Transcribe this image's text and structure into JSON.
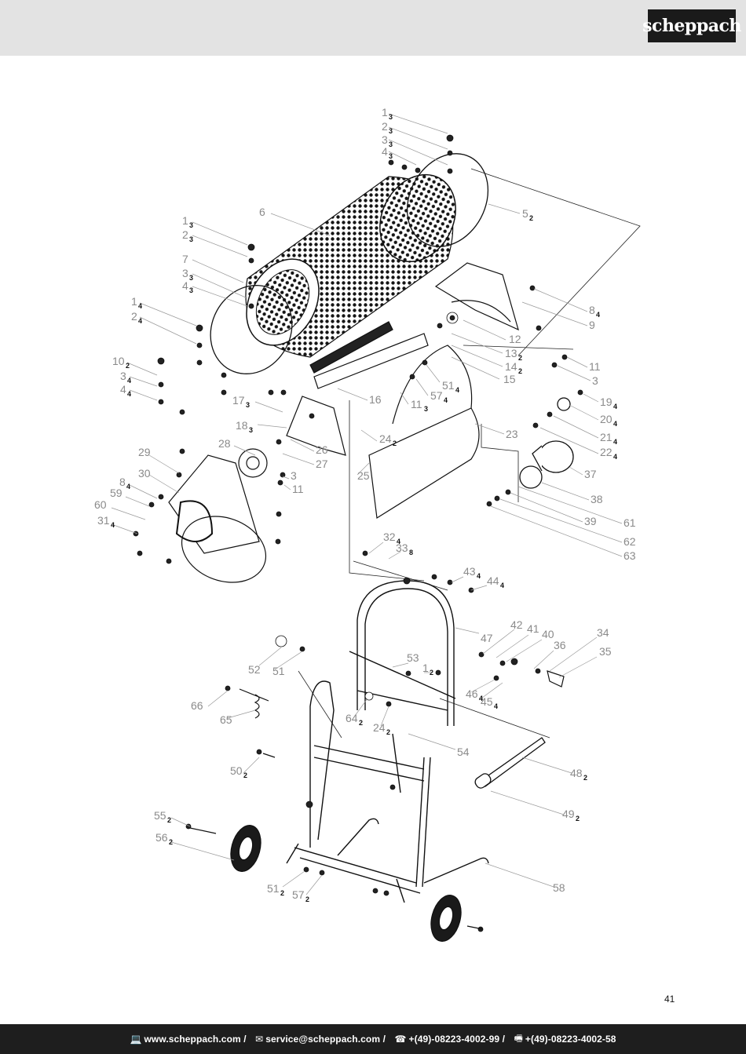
{
  "header": {
    "brand": "scheppach"
  },
  "page_number": "41",
  "footer": {
    "website_icon": "monitor-icon",
    "website": "www.scheppach.com",
    "email_icon": "envelope-icon",
    "email": "service@scheppach.com",
    "phone_icon": "phone-icon",
    "phone": "+(49)-08223-4002-99",
    "fax_icon": "fax-icon",
    "fax": "+(49)-08223-4002-58",
    "separator": "/"
  },
  "callouts": [
    {
      "n": "1",
      "q": "3"
    },
    {
      "n": "2",
      "q": "3"
    },
    {
      "n": "3",
      "q": "3"
    },
    {
      "n": "4",
      "q": "3"
    },
    {
      "n": "5",
      "q": "2"
    },
    {
      "n": "6",
      "q": ""
    },
    {
      "n": "1",
      "q": "3"
    },
    {
      "n": "2",
      "q": "3"
    },
    {
      "n": "7",
      "q": ""
    },
    {
      "n": "3",
      "q": "3"
    },
    {
      "n": "4",
      "q": "3"
    },
    {
      "n": "1",
      "q": "4"
    },
    {
      "n": "2",
      "q": "4"
    },
    {
      "n": "8",
      "q": "4"
    },
    {
      "n": "9",
      "q": ""
    },
    {
      "n": "12",
      "q": ""
    },
    {
      "n": "13",
      "q": "2"
    },
    {
      "n": "14",
      "q": "2"
    },
    {
      "n": "15",
      "q": ""
    },
    {
      "n": "11",
      "q": ""
    },
    {
      "n": "3",
      "q": ""
    },
    {
      "n": "10",
      "q": "2"
    },
    {
      "n": "3",
      "q": "4"
    },
    {
      "n": "4",
      "q": "4"
    },
    {
      "n": "51",
      "q": "4"
    },
    {
      "n": "57",
      "q": "4"
    },
    {
      "n": "16",
      "q": ""
    },
    {
      "n": "11",
      "q": "3"
    },
    {
      "n": "19",
      "q": "4"
    },
    {
      "n": "20",
      "q": "4"
    },
    {
      "n": "21",
      "q": "4"
    },
    {
      "n": "22",
      "q": "4"
    },
    {
      "n": "17",
      "q": "3"
    },
    {
      "n": "18",
      "q": "3"
    },
    {
      "n": "23",
      "q": ""
    },
    {
      "n": "24",
      "q": "2"
    },
    {
      "n": "26",
      "q": ""
    },
    {
      "n": "27",
      "q": ""
    },
    {
      "n": "28",
      "q": ""
    },
    {
      "n": "29",
      "q": ""
    },
    {
      "n": "3",
      "q": ""
    },
    {
      "n": "11",
      "q": ""
    },
    {
      "n": "25",
      "q": ""
    },
    {
      "n": "37",
      "q": ""
    },
    {
      "n": "30",
      "q": ""
    },
    {
      "n": "8",
      "q": "4"
    },
    {
      "n": "59",
      "q": ""
    },
    {
      "n": "60",
      "q": ""
    },
    {
      "n": "31",
      "q": "4"
    },
    {
      "n": "38",
      "q": ""
    },
    {
      "n": "39",
      "q": ""
    },
    {
      "n": "61",
      "q": ""
    },
    {
      "n": "62",
      "q": ""
    },
    {
      "n": "63",
      "q": ""
    },
    {
      "n": "32",
      "q": "4"
    },
    {
      "n": "33",
      "q": "8"
    },
    {
      "n": "43",
      "q": "4"
    },
    {
      "n": "44",
      "q": "4"
    },
    {
      "n": "47",
      "q": ""
    },
    {
      "n": "42",
      "q": ""
    },
    {
      "n": "41",
      "q": ""
    },
    {
      "n": "40",
      "q": ""
    },
    {
      "n": "34",
      "q": ""
    },
    {
      "n": "36",
      "q": ""
    },
    {
      "n": "35",
      "q": ""
    },
    {
      "n": "52",
      "q": ""
    },
    {
      "n": "51",
      "q": ""
    },
    {
      "n": "53",
      "q": ""
    },
    {
      "n": "1",
      "q": "2"
    },
    {
      "n": "46",
      "q": "4"
    },
    {
      "n": "45",
      "q": "4"
    },
    {
      "n": "66",
      "q": ""
    },
    {
      "n": "65",
      "q": ""
    },
    {
      "n": "64",
      "q": "2"
    },
    {
      "n": "24",
      "q": "2"
    },
    {
      "n": "54",
      "q": ""
    },
    {
      "n": "50",
      "q": "2"
    },
    {
      "n": "48",
      "q": "2"
    },
    {
      "n": "49",
      "q": "2"
    },
    {
      "n": "55",
      "q": "2"
    },
    {
      "n": "56",
      "q": "2"
    },
    {
      "n": "58",
      "q": ""
    },
    {
      "n": "51",
      "q": "2"
    },
    {
      "n": "57",
      "q": "2"
    }
  ]
}
